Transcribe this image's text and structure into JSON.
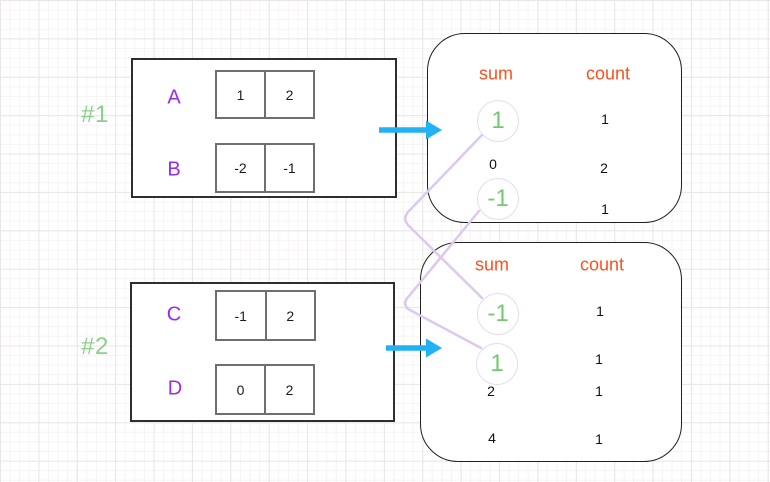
{
  "diagram": {
    "groups": [
      {
        "label": "#1",
        "arrays": [
          {
            "name": "A",
            "cells": [
              "1",
              "2"
            ]
          },
          {
            "name": "B",
            "cells": [
              "-2",
              "-1"
            ]
          }
        ]
      },
      {
        "label": "#2",
        "arrays": [
          {
            "name": "C",
            "cells": [
              "-1",
              "2"
            ]
          },
          {
            "name": "D",
            "cells": [
              "0",
              "2"
            ]
          }
        ]
      }
    ],
    "maps": [
      {
        "sum_header": "sum",
        "count_header": "count",
        "rows": [
          {
            "sum": "1",
            "count": "1",
            "highlighted": true
          },
          {
            "sum": "0",
            "count": "2",
            "highlighted": false
          },
          {
            "sum": "-1",
            "count": "1",
            "highlighted": true
          }
        ]
      },
      {
        "sum_header": "sum",
        "count_header": "count",
        "rows": [
          {
            "sum": "-1",
            "count": "1",
            "highlighted": true
          },
          {
            "sum": "1",
            "count": "1",
            "highlighted": true
          },
          {
            "sum": "2",
            "count": "1",
            "highlighted": false
          },
          {
            "sum": "4",
            "count": "1",
            "highlighted": false
          }
        ]
      }
    ],
    "links": [
      {
        "from": "map1-sum-1",
        "to": "map2-sum--1"
      },
      {
        "from": "map1-sum--1",
        "to": "map2-sum-1"
      }
    ],
    "colors": {
      "group_label_green": "#8bd08b",
      "array_name_purple": "#9b2af0",
      "header_orange": "#fb511d",
      "sum_highlight_green": "#74c874",
      "arrow_cyan": "#22b2f3",
      "link_lavender": "#ddc8ee"
    }
  }
}
